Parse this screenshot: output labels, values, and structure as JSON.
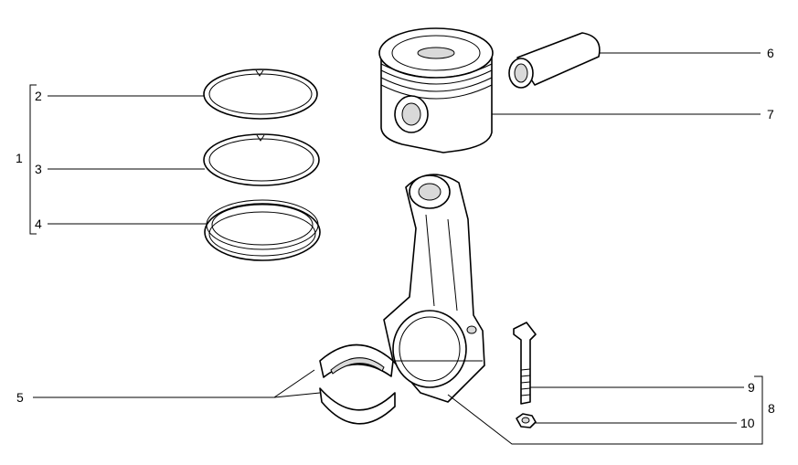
{
  "callouts": {
    "c1": "1",
    "c2": "2",
    "c3": "3",
    "c4": "4",
    "c5": "5",
    "c6": "6",
    "c7": "7",
    "c8": "8",
    "c9": "9",
    "c10": "10"
  },
  "parts": {
    "ring_top": "piston ring top",
    "ring_second": "piston ring second",
    "ring_oil": "oil control ring",
    "bearing": "connecting rod bearing shells",
    "pin": "piston pin",
    "piston": "piston",
    "rod": "connecting rod",
    "bolt": "connecting rod bolt",
    "nut": "nut"
  }
}
